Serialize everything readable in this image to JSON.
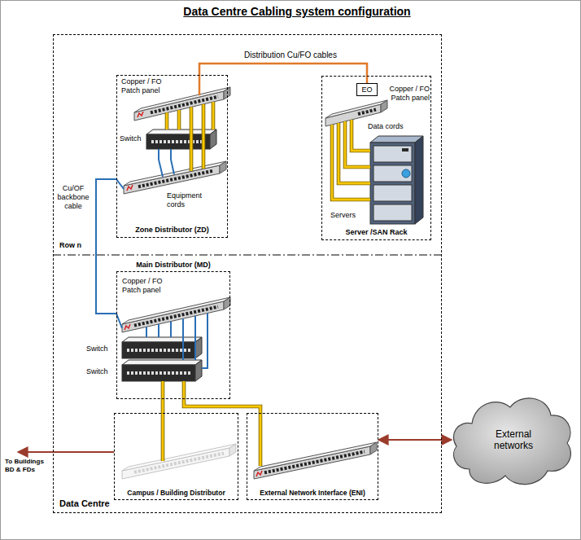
{
  "diagram": {
    "title": "Data Centre Cabling system configuration",
    "nodes": [
      {
        "text": [
          "Data Centre"
        ]
      },
      {
        "text": [
          "Zone Distributor (ZD)"
        ],
        "in": 0
      },
      {
        "text": [
          "Server /SAN Rack"
        ],
        "in": 0
      },
      {
        "text": [
          "EO"
        ],
        "in": 2
      },
      {
        "text": [
          "Main Distributor (MD)"
        ],
        "in": 0
      },
      {
        "text": [
          "Campus / Building Distributor"
        ],
        "in": 0
      },
      {
        "text": [
          "External Network Interface (ENI)"
        ],
        "in": 0
      },
      {
        "text": [
          "External networks"
        ]
      }
    ],
    "edges": [
      {
        "from": 1,
        "to": 3,
        "arrow": "none",
        "label": "Distribution Cu/FO cables"
      },
      {
        "from": 4,
        "to": 1,
        "arrow": "none",
        "label": "Cu/OF backbone cable"
      },
      {
        "from": 4,
        "to": 5,
        "arrow": "none"
      },
      {
        "from": 4,
        "to": 6,
        "arrow": "none"
      },
      {
        "from": 6,
        "to": 7,
        "arrow": "both"
      }
    ],
    "labels": [
      "Copper / FO Patch panel",
      "Switch",
      "Equipment cords",
      "Copper / FO Patch panel",
      "Data cords",
      "Servers",
      "Row n",
      "Copper / FO Patch panel",
      "Switch",
      "Switch",
      "To Buildings BD & FDs"
    ]
  }
}
